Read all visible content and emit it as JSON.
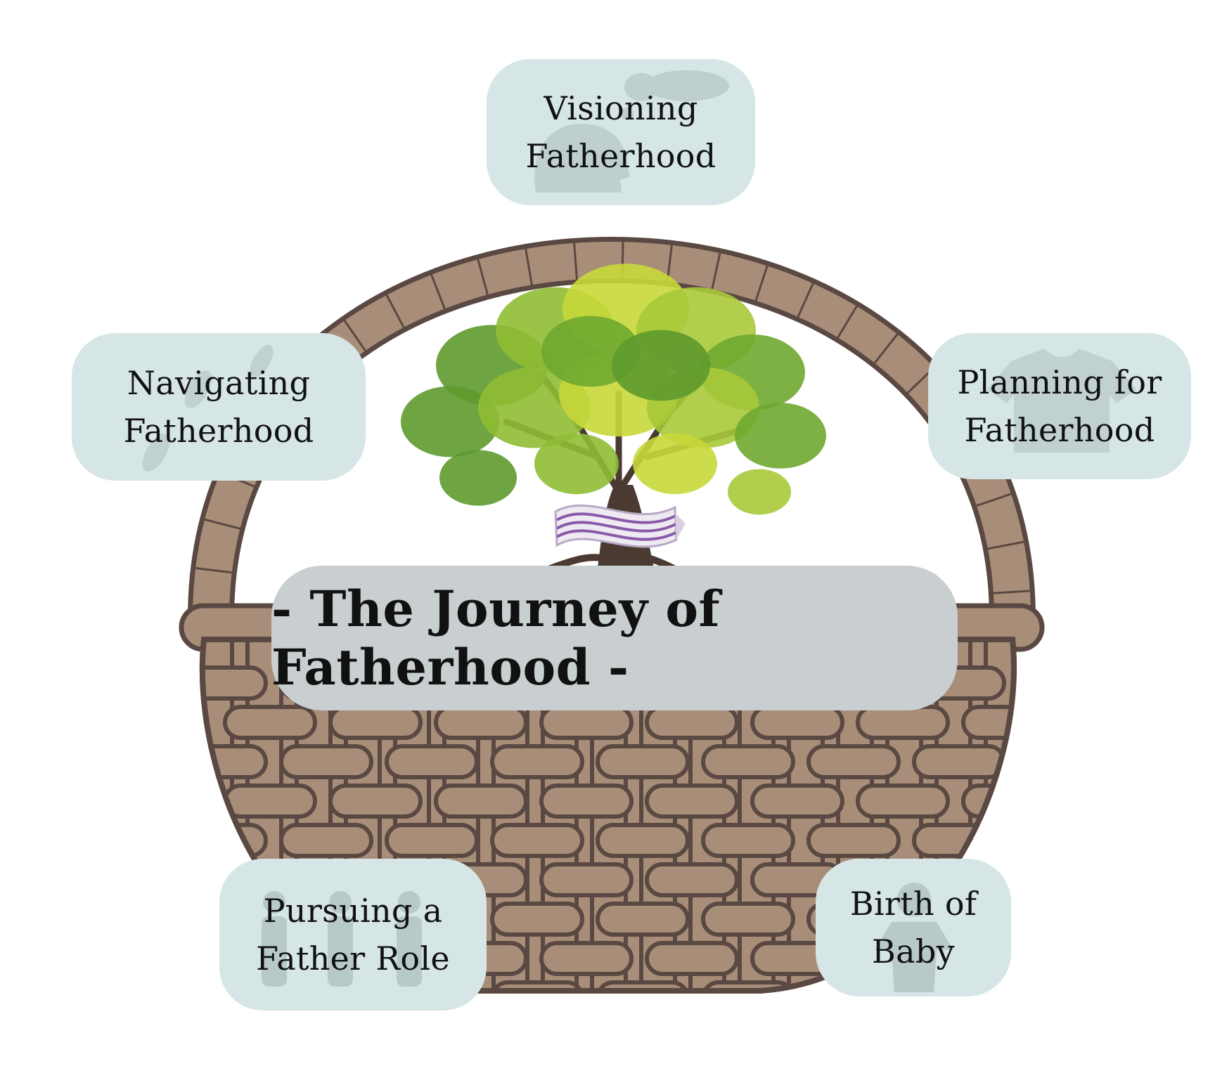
{
  "title": "- The Journey of Fatherhood -",
  "stages": {
    "visioning": "Visioning\nFatherhood",
    "planning": "Planning for\nFatherhood",
    "navigating": "Navigating\nFatherhood",
    "pursuing": "Pursuing a\nFather Role",
    "birth": "Birth of\nBaby"
  },
  "colors": {
    "node_fill": "#d6e5e5",
    "title_fill": "#c9cfd0",
    "basket_fill": "#a88e78",
    "basket_stroke": "#5a4842",
    "leaf_dark": "#5e9a2e",
    "leaf_light": "#c7d83a",
    "ribbon_stripe": "#8a5aa8"
  },
  "icons": [
    "thought-head-icon",
    "tshirt-icon",
    "footprints-icon",
    "family-icon",
    "baby-icon"
  ]
}
